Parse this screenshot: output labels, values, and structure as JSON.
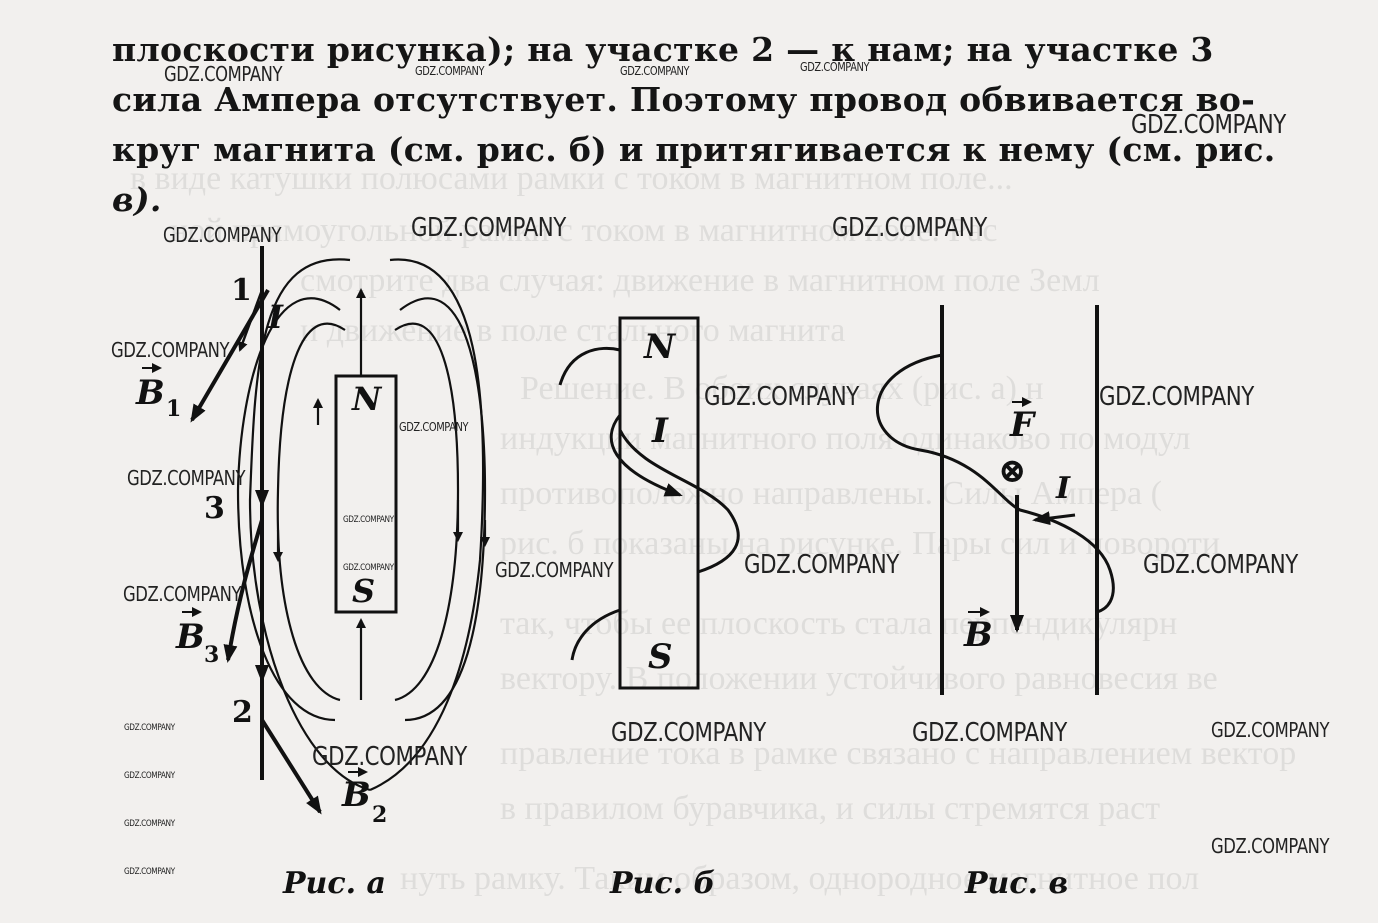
{
  "document": {
    "text_lines": [
      "плоскости рисунка); на участке 2 — к нам; на участке 3",
      "сила Ампера отсутствует. Поэтому провод обвивается во-",
      "круг магнита (см. рис. б) и притягивается к нему (см. рис.",
      "в)."
    ]
  },
  "watermark": "GDZ.COMPANY",
  "figures": {
    "a": {
      "caption": "Рис. а",
      "labels": {
        "seg1": "1",
        "seg2": "2",
        "seg3": "3",
        "current": "I",
        "north": "N",
        "south": "S"
      },
      "vectors": {
        "b1": "B",
        "b1_sub": "1",
        "b2": "B",
        "b2_sub": "2",
        "b3": "B",
        "b3_sub": "3"
      }
    },
    "b": {
      "caption": "Рис. б",
      "labels": {
        "north": "N",
        "south": "S",
        "current": "I"
      }
    },
    "v": {
      "caption": "Рис. в",
      "labels": {
        "force": "F",
        "current": "I",
        "field": "B",
        "into_page": "⊗"
      }
    }
  }
}
